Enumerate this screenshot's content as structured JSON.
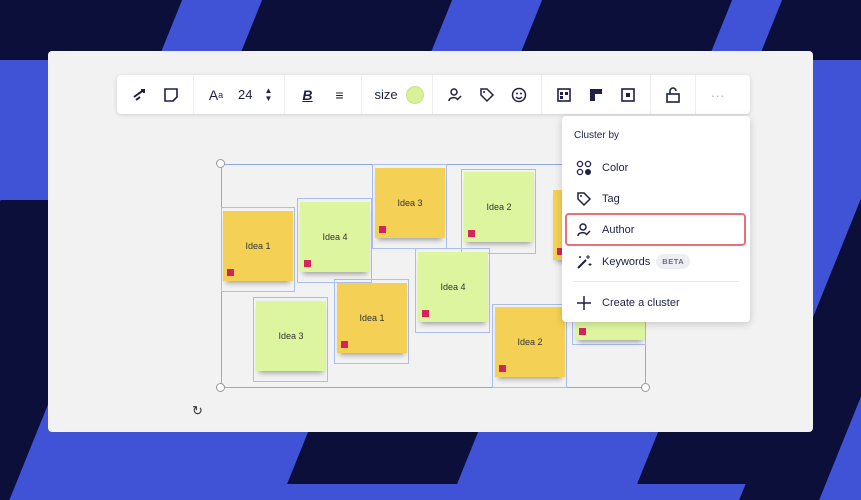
{
  "colors": {
    "background": "#4052d6",
    "stripe": "#0b0f3a",
    "yellow": "#f4d154",
    "green": "#def5a0",
    "highlight": "#e8707b"
  },
  "toolbar": {
    "font_size": "24",
    "size_label": "size",
    "icons": [
      "cluster-stack-icon",
      "sticky-note-icon",
      "font-icon",
      "stepper-icon",
      "bold-icon",
      "align-center-icon",
      "color-dot",
      "author-icon",
      "tag-icon",
      "emoji-icon",
      "layout-grid-icon",
      "align-top-icon",
      "fit-frame-icon",
      "unlock-icon",
      "more-icon"
    ]
  },
  "menu": {
    "header": "Cluster by",
    "items": [
      {
        "label": "Color",
        "icon": "color-dots-icon"
      },
      {
        "label": "Tag",
        "icon": "tag-icon"
      },
      {
        "label": "Author",
        "icon": "author-icon",
        "selected": true
      },
      {
        "label": "Keywords",
        "icon": "magic-wand-icon",
        "badge": "BETA"
      },
      {
        "label": "Create a cluster",
        "icon": "plus-icon"
      }
    ]
  },
  "stickies": [
    {
      "label": "Idea 1",
      "color": "yellow"
    },
    {
      "label": "Idea 4",
      "color": "green"
    },
    {
      "label": "Idea 3",
      "color": "yellow"
    },
    {
      "label": "Idea 2",
      "color": "green"
    },
    {
      "label": "",
      "color": "yellow"
    },
    {
      "label": "Idea 3",
      "color": "green"
    },
    {
      "label": "Idea 1",
      "color": "yellow"
    },
    {
      "label": "Idea 4",
      "color": "green"
    },
    {
      "label": "Idea 2",
      "color": "yellow"
    },
    {
      "label": "",
      "color": "green"
    }
  ]
}
